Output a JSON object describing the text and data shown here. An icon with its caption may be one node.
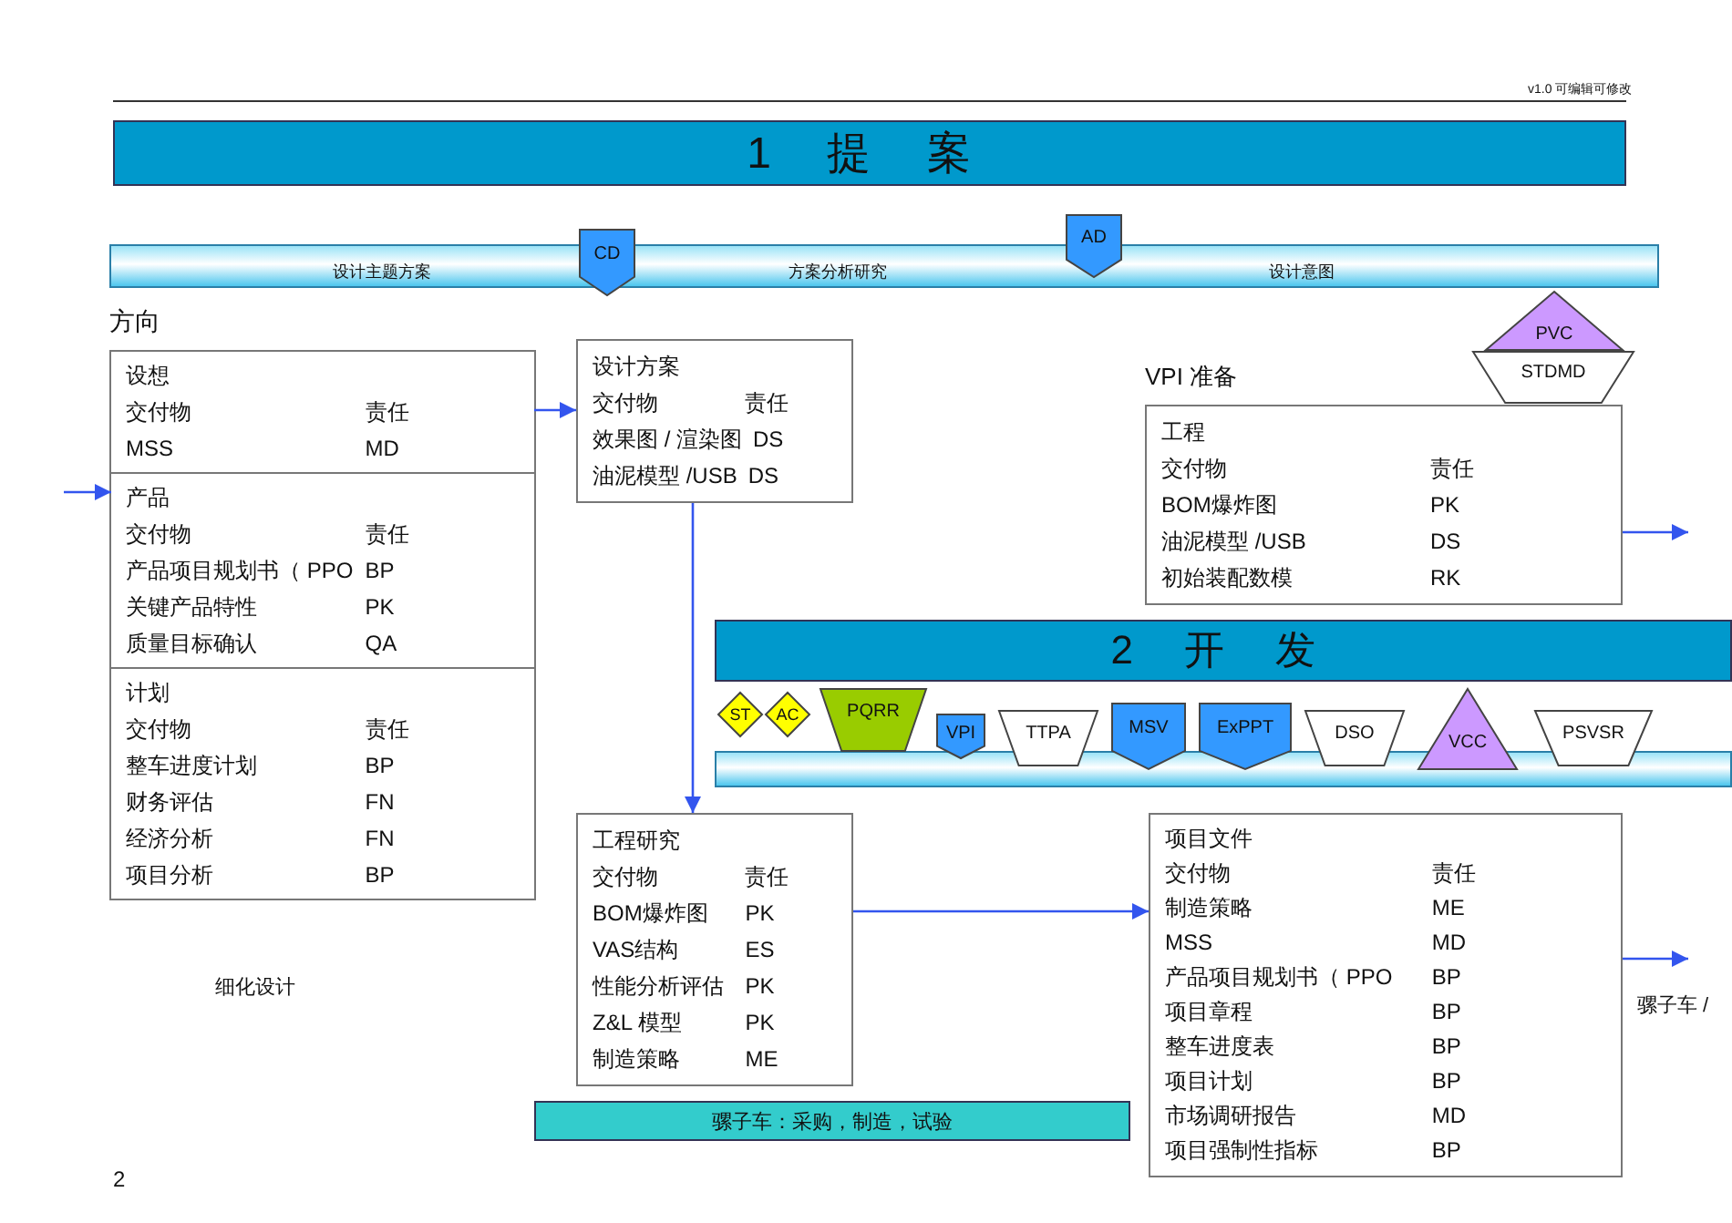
{
  "diagram": {
    "nodes": [
      {
        "text": [
          "1 提 案"
        ]
      },
      {
        "text": [
          "设计主题方案",
          "方案分析研究",
          "设计意图"
        ]
      },
      {
        "text": [
          "CD"
        ]
      },
      {
        "text": [
          "AD"
        ]
      },
      {
        "text": [
          "方向"
        ]
      },
      {
        "text": [
          "设想",
          "交付物",
          "责任",
          "MSS",
          "MD"
        ],
        "in": 4
      },
      {
        "text": [
          "产品",
          "交付物",
          "责任",
          "产品项目规划书（ PPO",
          "BP",
          "关键产品特性",
          "PK",
          "质量目标确认",
          "QA"
        ],
        "in": 4
      },
      {
        "text": [
          "计划",
          "交付物",
          "责任",
          "整车进度计划",
          "BP",
          "财务评估",
          "FN",
          "经济分析",
          "FN",
          "项目分析",
          "BP"
        ],
        "in": 4
      },
      {
        "text": [
          "设计方案",
          "交付物",
          "责任",
          "效果图 / 渲染图",
          "DS",
          "油泥模型 /USB",
          "DS"
        ]
      },
      {
        "text": [
          "VPI 准备",
          "工程",
          "交付物",
          "责任",
          "BOM爆炸图",
          "PK",
          "油泥模型 /USB",
          "DS",
          "初始装配数模",
          "RK"
        ]
      },
      {
        "text": [
          "PVC"
        ]
      },
      {
        "text": [
          "STDMD"
        ]
      },
      {
        "text": [
          "2 开 发"
        ]
      },
      {
        "text": [],
        "shape": "bar"
      },
      {
        "text": [
          "ST"
        ]
      },
      {
        "text": [
          "AC"
        ]
      },
      {
        "text": [
          "PQRR"
        ]
      },
      {
        "text": [
          "VPI"
        ]
      },
      {
        "text": [
          "TTPA"
        ]
      },
      {
        "text": [
          "MSV"
        ]
      },
      {
        "text": [
          "ExPPT"
        ]
      },
      {
        "text": [
          "DSO"
        ]
      },
      {
        "text": [
          "VCC"
        ]
      },
      {
        "text": [
          "PSVSR"
        ]
      },
      {
        "text": [
          "工程研究",
          "交付物",
          "责任",
          "BOM爆炸图",
          "PK",
          "VAS结构",
          "ES",
          "性能分析评估",
          "PK",
          "Z&L 模型",
          "PK",
          "制造策略",
          "ME"
        ]
      },
      {
        "text": [
          "项目文件",
          "交付物",
          "责任",
          "制造策略",
          "ME",
          "MSS",
          "MD",
          "产品项目规划书（ PPO",
          "BP",
          "项目章程",
          "BP",
          "整车进度表",
          "BP",
          "项目计划",
          "BP",
          "市场调研报告",
          "MD",
          "项目强制性指标",
          "BP"
        ]
      },
      {
        "text": [
          "骡子车：采购，制造，试验"
        ]
      }
    ],
    "edges": [
      {
        "from": null,
        "to": 6,
        "arrow": "to"
      },
      {
        "from": 5,
        "to": 8,
        "arrow": "to"
      },
      {
        "from": 8,
        "to": 24,
        "arrow": "to"
      },
      {
        "from": 24,
        "to": 25,
        "arrow": "to"
      },
      {
        "from": 9,
        "to": null,
        "arrow": "to"
      },
      {
        "from": 25,
        "to": null,
        "arrow": "to"
      }
    ],
    "labels": [
      "v1.0 可编辑可修改",
      "细化设计",
      "骡子车 /",
      "2"
    ]
  }
}
